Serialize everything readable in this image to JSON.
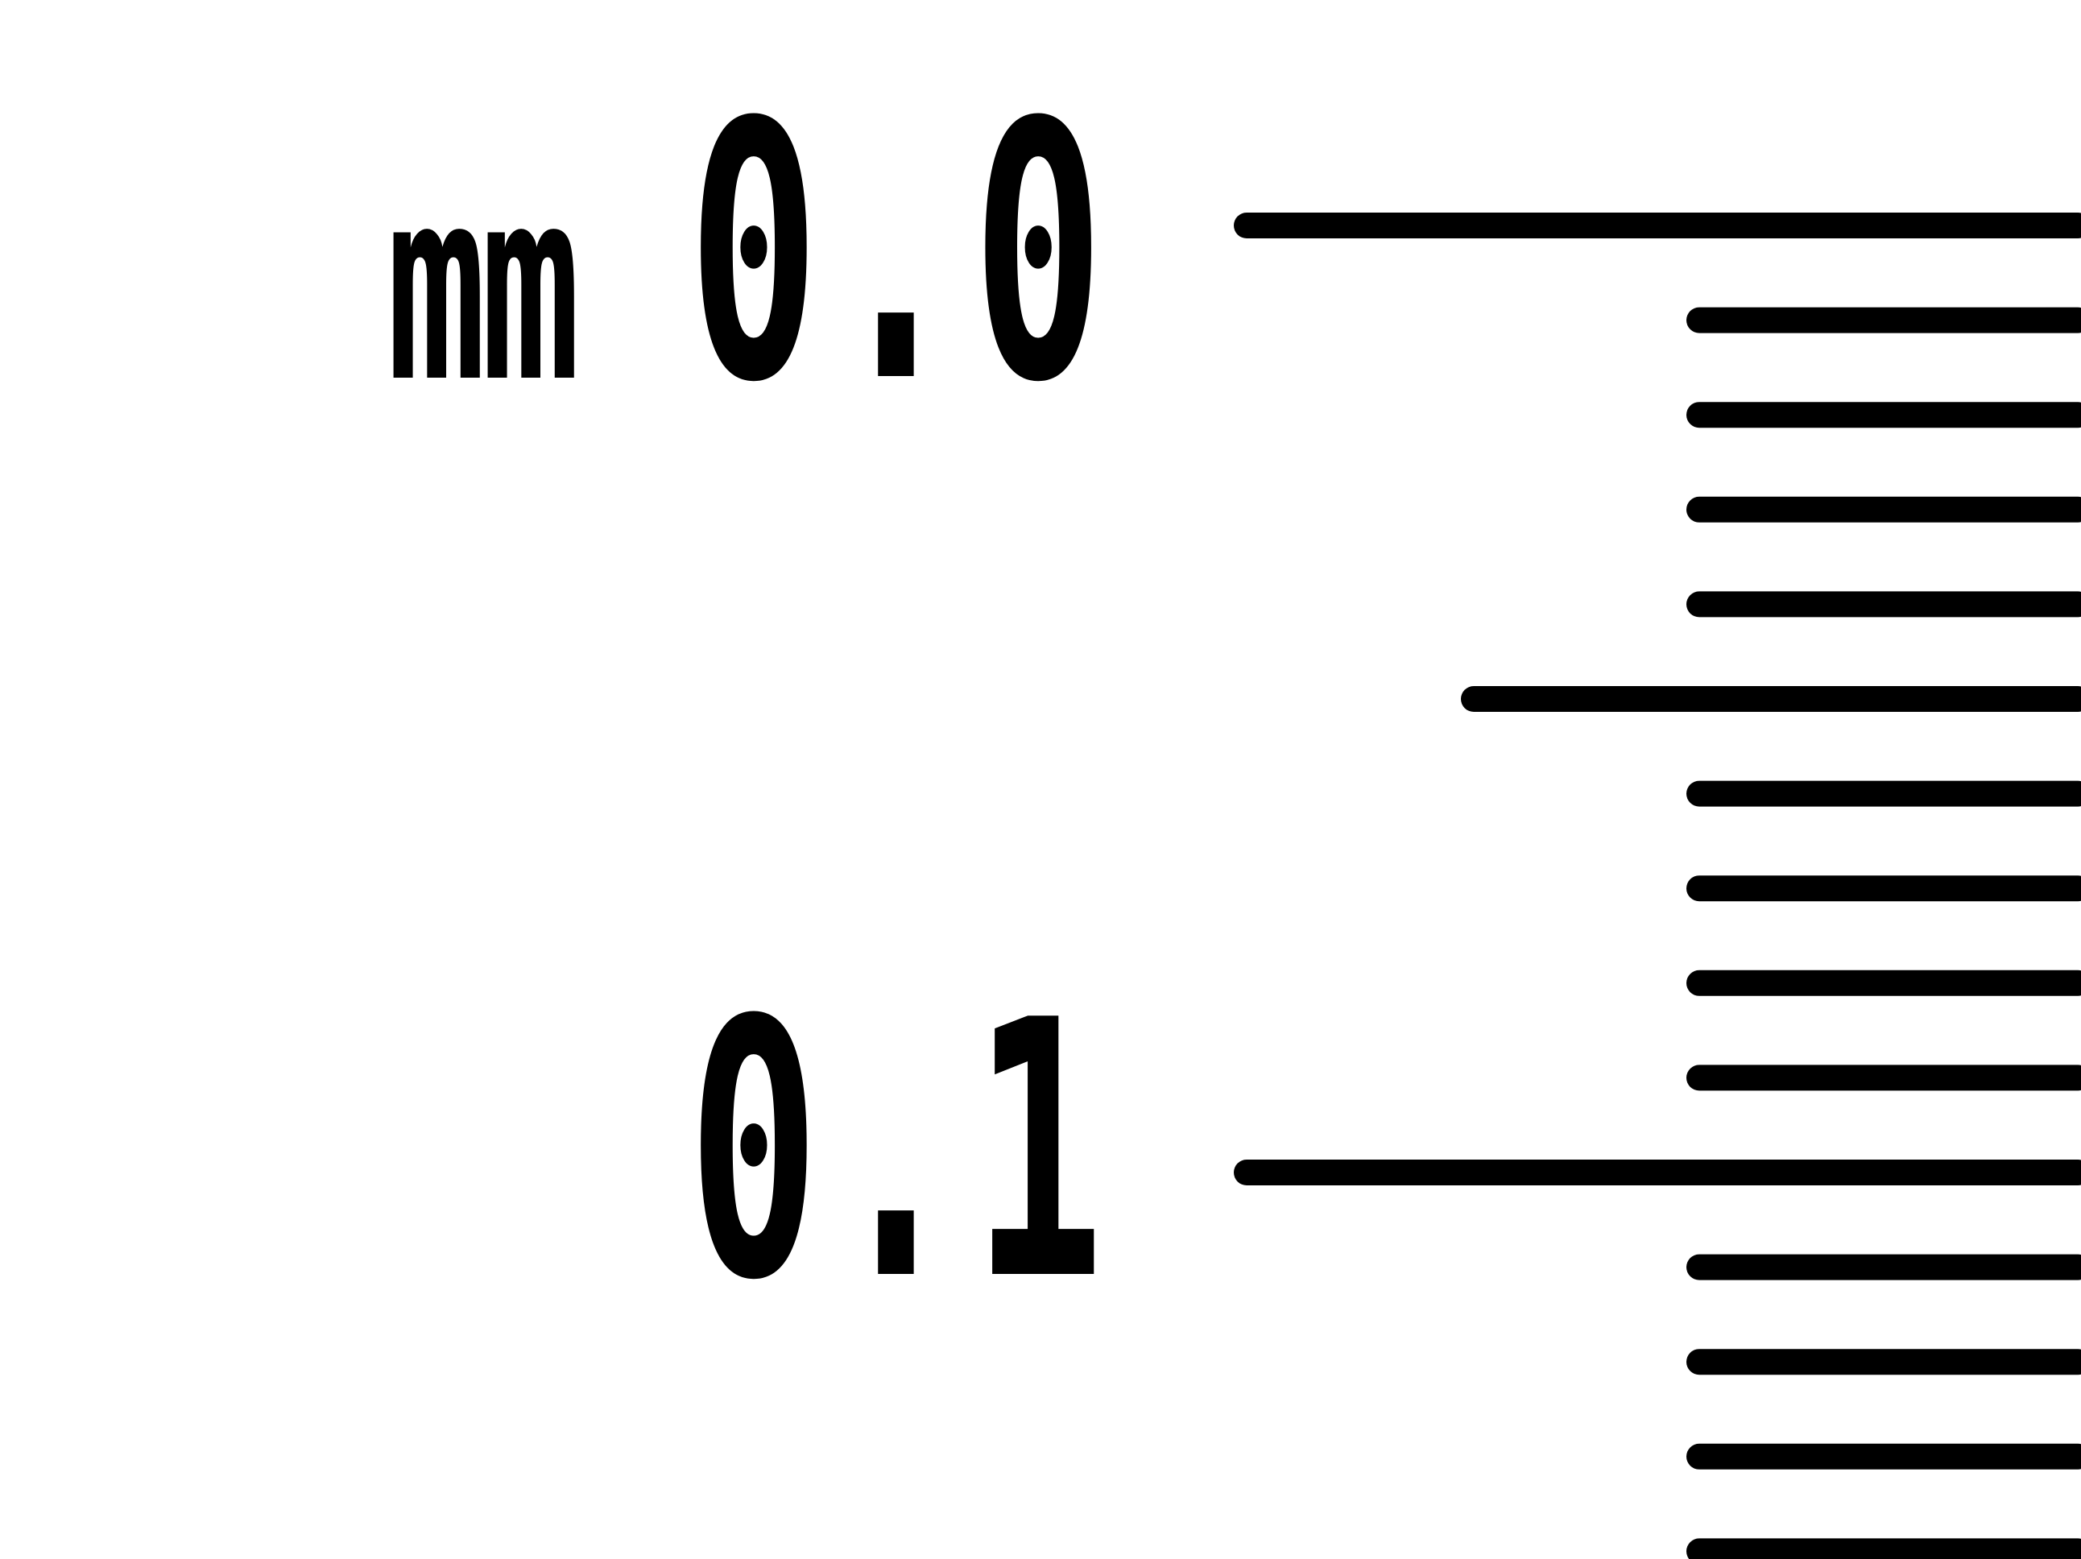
{
  "scale": {
    "unit": "mm",
    "start_label": "0.0",
    "end_label": "0.1",
    "start_value": 0.0,
    "end_value": 0.1,
    "minor_step": 0.01,
    "half_step": 0.05,
    "major_step": 0.1,
    "visible_minor_ticks_after_end": 4,
    "tick_color": "#000000",
    "background_color": "#ffffff"
  }
}
